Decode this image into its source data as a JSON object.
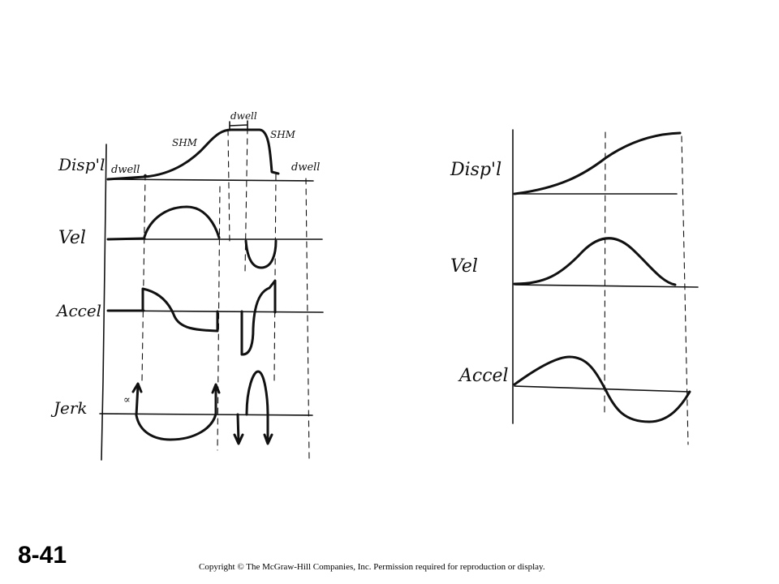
{
  "left_panel": {
    "labels": {
      "displacement": "Disp'l",
      "velocity": "Vel",
      "acceleration": "Accel",
      "jerk": "Jerk"
    },
    "segments": {
      "dwell_first": "dwell",
      "rise": "SHM",
      "dwell_top": "dwell",
      "fall": "SHM",
      "dwell_last": "dwell"
    },
    "infinity_mark": "∝"
  },
  "right_panel": {
    "labels": {
      "displacement": "Disp'l",
      "velocity": "Vel",
      "acceleration": "Accel"
    }
  },
  "footer": {
    "slide_number": "8-41",
    "copyright": "Copyright © The McGraw-Hill Companies, Inc. Permission required for reproduction or display."
  }
}
